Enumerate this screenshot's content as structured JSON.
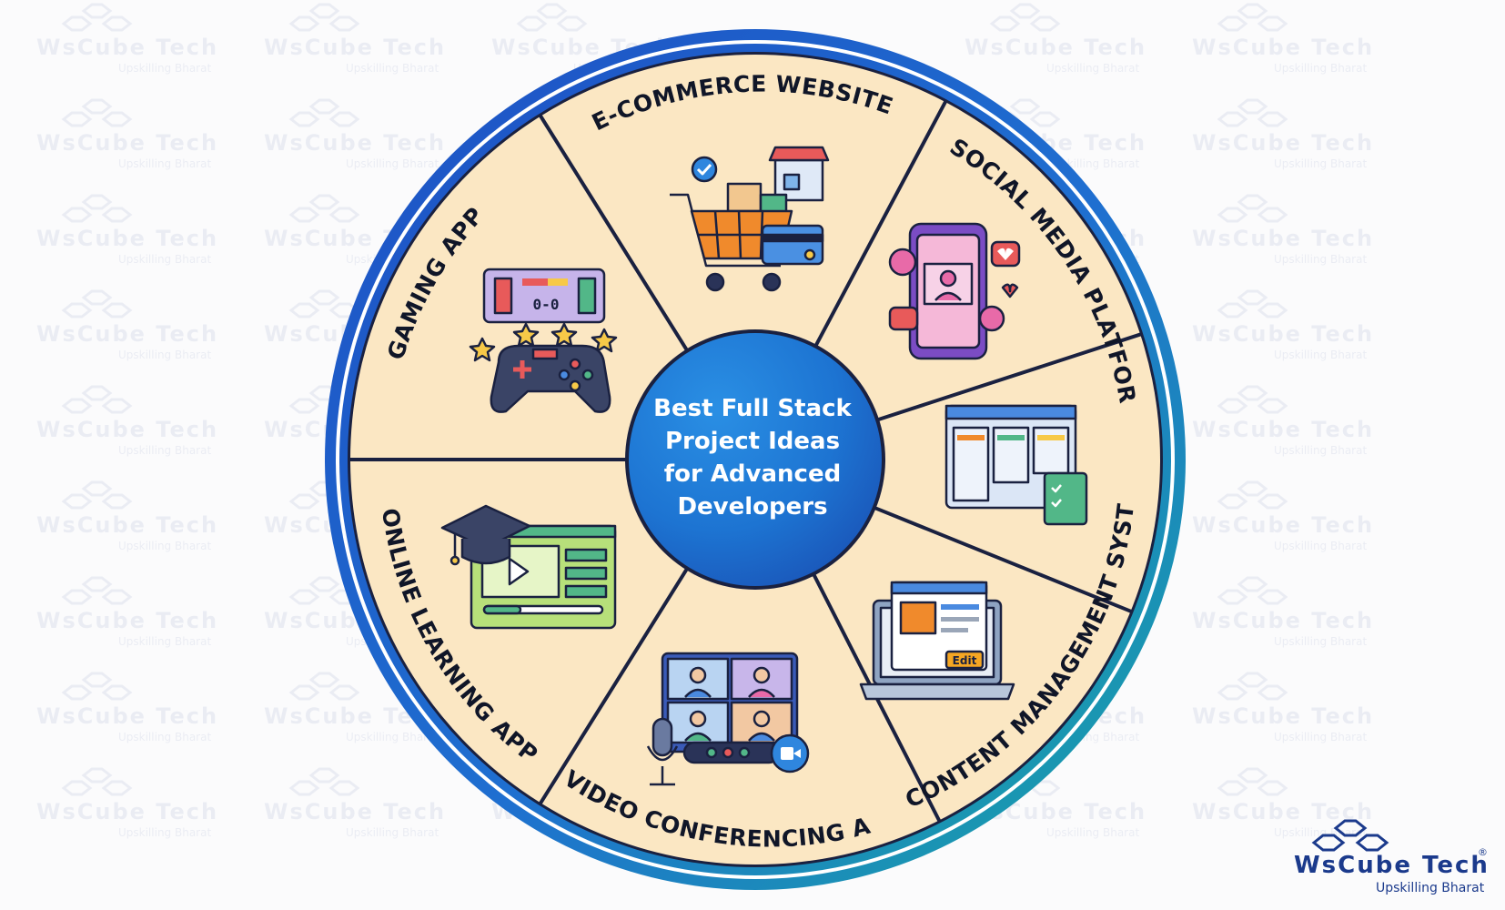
{
  "center_title": {
    "line1": "Best Full Stack",
    "line2": "Project Ideas",
    "line3": "for Advanced",
    "line4": "Developers"
  },
  "segments": [
    {
      "label": "E-COMMERCE WEBSITE",
      "icon": "shopping-cart-store-icon"
    },
    {
      "label": "SOCIAL MEDIA PLATFORM",
      "icon": "smartphone-social-icon"
    },
    {
      "label": "CONTENT MANAGEMENT SYSTEM",
      "icon": "laptop-edit-icon"
    },
    {
      "label": "VIDEO CONFERENCING APP",
      "icon": "video-call-icon"
    },
    {
      "label": "ONLINE LEARNING APP",
      "icon": "graduation-video-icon"
    },
    {
      "label": "GAMING APP",
      "icon": "game-controller-icon"
    }
  ],
  "icon_texts": {
    "score": "0-0",
    "edit_button": "Edit"
  },
  "brand": {
    "name": "WsCube Tech",
    "registered": "®",
    "tagline": "Upskilling Bharat"
  },
  "watermark": {
    "name": "WsCube Tech",
    "tagline": "Upskilling Bharat"
  },
  "colors": {
    "segment_fill": "#fbe7c3",
    "divider": "#1a2140",
    "ring_outer_blue": "#1e5ac8",
    "ring_teal": "#17a5a8",
    "center_fill": "#1f7fd6",
    "label_text": "#101628"
  }
}
